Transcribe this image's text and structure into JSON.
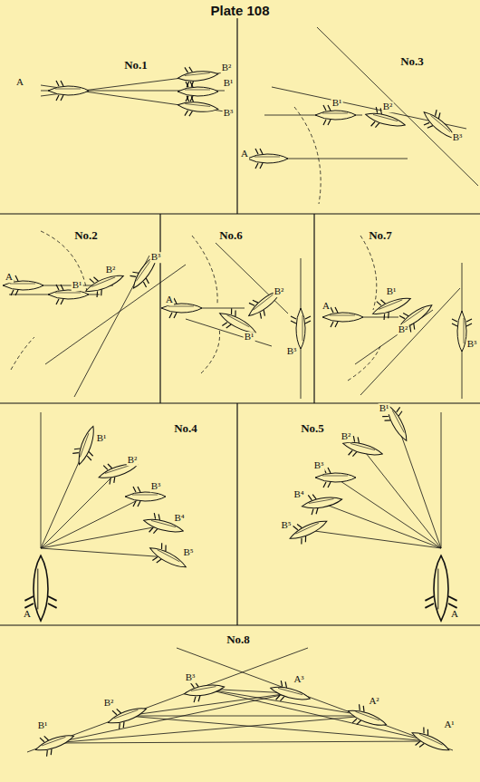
{
  "diagram": {
    "title": "Plate 108",
    "labels": [
      "No.1",
      "A",
      "B²",
      "B¹",
      "B³",
      "No.3",
      "B¹",
      "B²",
      "B³",
      "A",
      "No.2",
      "A",
      "B¹",
      "B²",
      "B³",
      "No.6",
      "A",
      "B²",
      "B¹",
      "B³",
      "No.7",
      "A",
      "B¹",
      "B²",
      "B³",
      "No.4",
      "B¹",
      "B²",
      "B³",
      "B⁴",
      "B⁵",
      "A",
      "No.5",
      "B¹",
      "B²",
      "B³",
      "B⁴",
      "B⁵",
      "A",
      "No.8",
      "B¹",
      "B²",
      "B³",
      "A³",
      "A²",
      "A¹"
    ]
  }
}
